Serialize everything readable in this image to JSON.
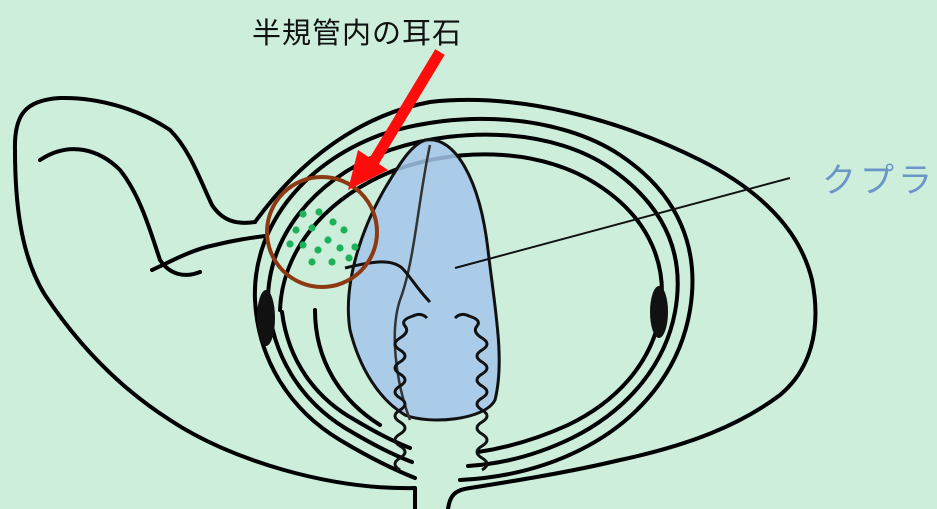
{
  "labels": {
    "otolith_in_canal": "半規管内の耳石",
    "cupula": "クプラ"
  },
  "colors": {
    "background": "#cdeedb",
    "outline": "#000000",
    "arrow": "#ff0d0d",
    "circle": "#8b3a12",
    "otoliths": "#1bb25a",
    "cupula_fill": "#a4c6ea",
    "cupula_label": "#6b96c8"
  },
  "icons": [
    "red-arrow",
    "brown-circle",
    "otolith-dots",
    "cupula-shape",
    "hair-cells"
  ]
}
